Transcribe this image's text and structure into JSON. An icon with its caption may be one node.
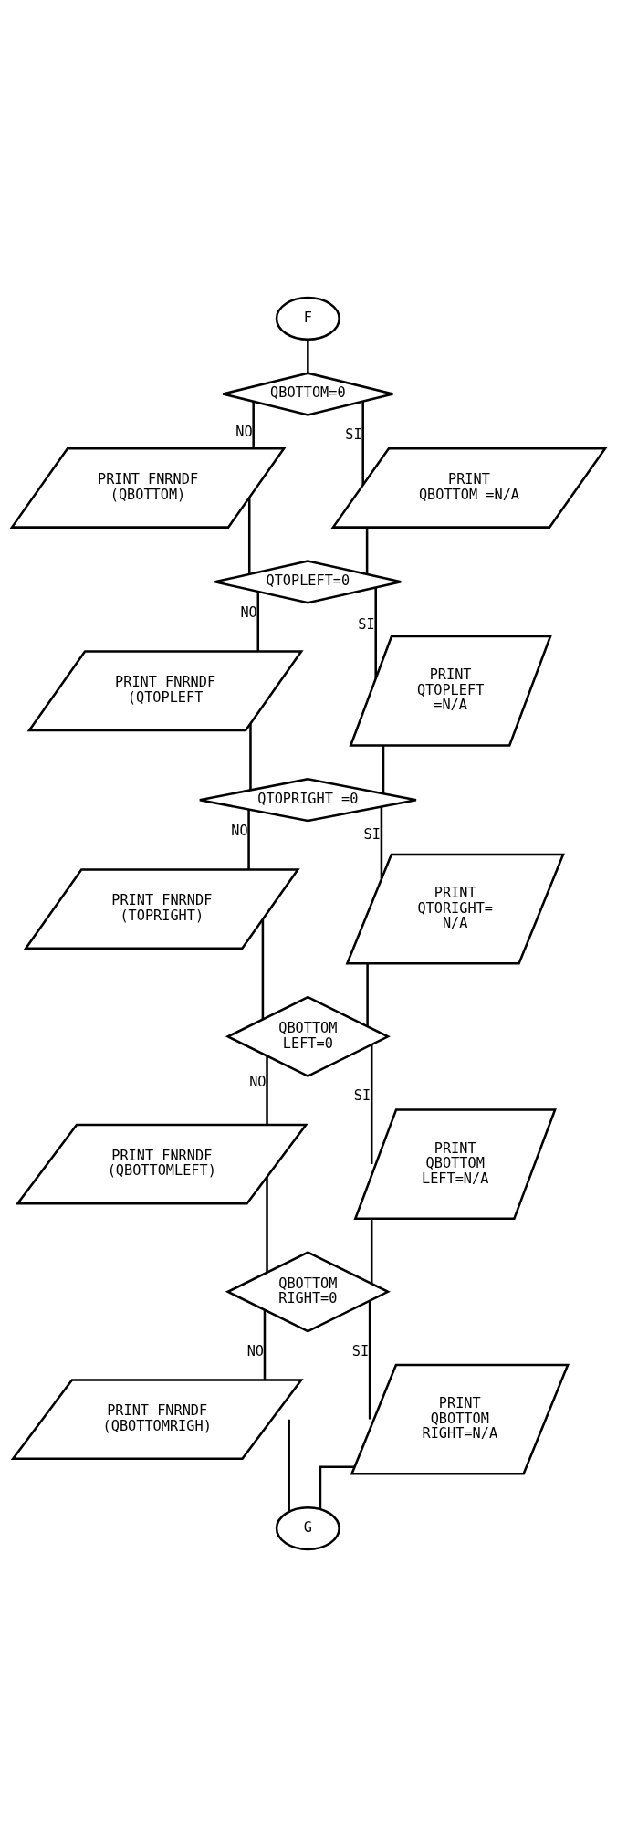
{
  "diagram": {
    "nodes": [
      {
        "text": [
          "F"
        ]
      },
      {
        "text": [
          "QBOTTOM=0"
        ]
      },
      {
        "text": [
          "PRINT FNRNDF (QBOTTOM)"
        ]
      },
      {
        "text": [
          "PRINT QBOTTOM =N/A"
        ]
      },
      {
        "text": [
          "QTOPLEFT=0"
        ]
      },
      {
        "text": [
          "PRINT FNRNDF (QTOPLEFT"
        ]
      },
      {
        "text": [
          "PRINT QTOPLEFT =N/A"
        ]
      },
      {
        "text": [
          "QTOPRIGHT =0"
        ]
      },
      {
        "text": [
          "PRINT FNRNDF (TOPRIGHT)"
        ]
      },
      {
        "text": [
          "PRINT QTORIGHT= N/A"
        ]
      },
      {
        "text": [
          "QBOTTOM LEFT=0"
        ]
      },
      {
        "text": [
          "PRINT FNRNDF (QBOTTOMLEFT)"
        ]
      },
      {
        "text": [
          "PRINT QBOTTOM LEFT=N/A"
        ]
      },
      {
        "text": [
          "QBOTTOM RIGHT=0"
        ]
      },
      {
        "text": [
          "PRINT FNRNDF (QBOTTOMRIGH)"
        ]
      },
      {
        "text": [
          "PRINT QBOTTOM RIGHT=N/A"
        ]
      },
      {
        "text": [
          "G"
        ]
      }
    ],
    "edges": [
      {
        "from": 0,
        "to": 1,
        "arrow": "none"
      },
      {
        "from": 1,
        "to": 2,
        "arrow": "none",
        "label": "NO"
      },
      {
        "from": 1,
        "to": 3,
        "arrow": "none",
        "label": "SI"
      },
      {
        "from": 2,
        "to": 4,
        "arrow": "none"
      },
      {
        "from": 3,
        "to": 4,
        "arrow": "none"
      },
      {
        "from": 4,
        "to": 5,
        "arrow": "none",
        "label": "NO"
      },
      {
        "from": 4,
        "to": 6,
        "arrow": "none",
        "label": "SI"
      },
      {
        "from": 5,
        "to": 7,
        "arrow": "none"
      },
      {
        "from": 6,
        "to": 7,
        "arrow": "none"
      },
      {
        "from": 7,
        "to": 8,
        "arrow": "none",
        "label": "NO"
      },
      {
        "from": 7,
        "to": 9,
        "arrow": "none",
        "label": "SI"
      },
      {
        "from": 8,
        "to": 10,
        "arrow": "none"
      },
      {
        "from": 9,
        "to": 10,
        "arrow": "none"
      },
      {
        "from": 10,
        "to": 11,
        "arrow": "none",
        "label": "NO"
      },
      {
        "from": 10,
        "to": 12,
        "arrow": "none",
        "label": "SI"
      },
      {
        "from": 11,
        "to": 13,
        "arrow": "none"
      },
      {
        "from": 12,
        "to": 13,
        "arrow": "none"
      },
      {
        "from": 13,
        "to": 14,
        "arrow": "none",
        "label": "NO"
      },
      {
        "from": 13,
        "to": 15,
        "arrow": "none",
        "label": "SI"
      },
      {
        "from": 14,
        "to": 16,
        "arrow": "none"
      },
      {
        "from": 15,
        "to": 16,
        "arrow": "none"
      }
    ]
  }
}
